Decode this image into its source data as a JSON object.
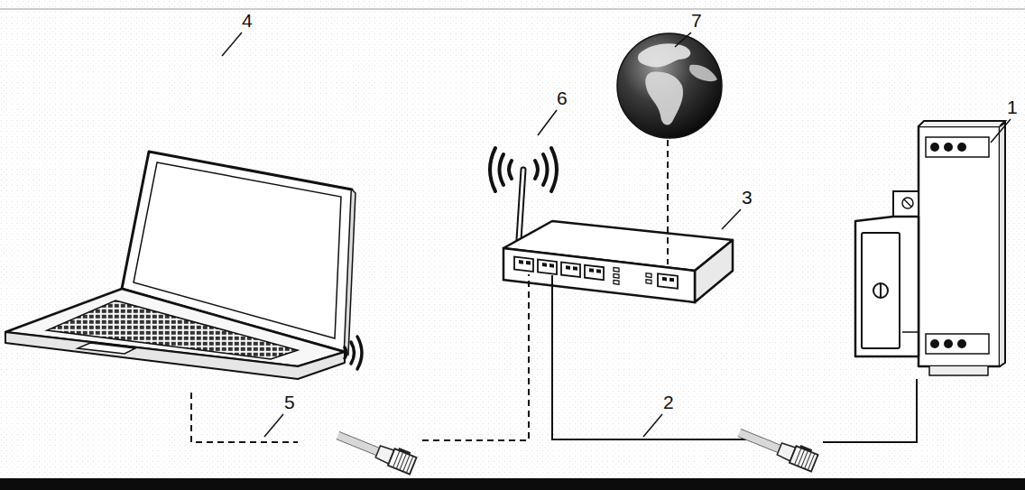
{
  "diagram": {
    "labels": [
      "7",
      "4",
      "6",
      "3",
      "1",
      "5",
      "2"
    ]
  }
}
